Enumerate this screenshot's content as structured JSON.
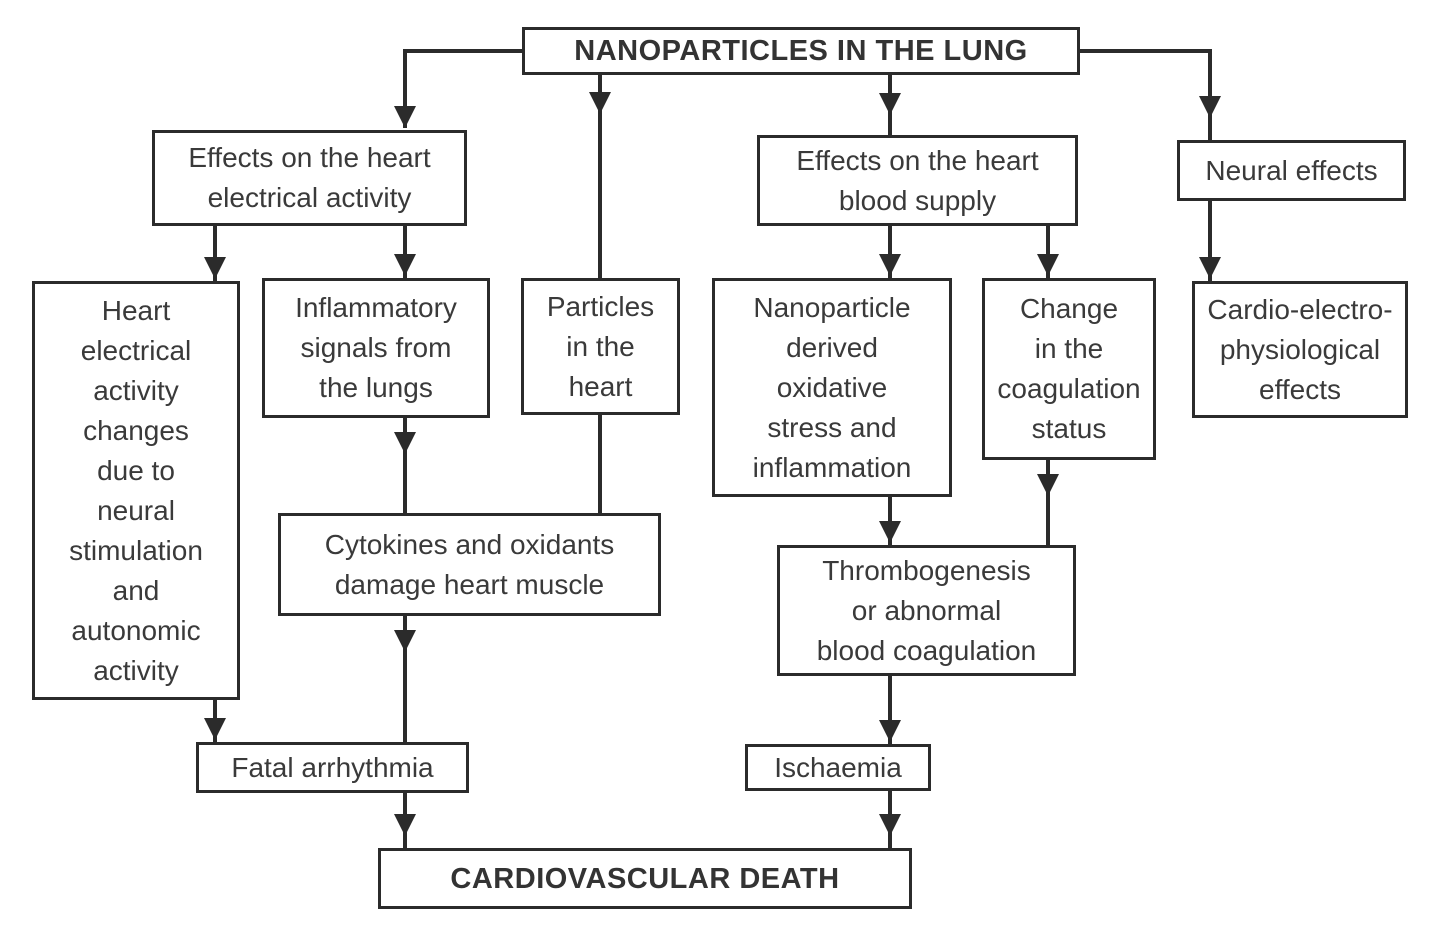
{
  "diagram": {
    "type": "flowchart",
    "colors": {
      "background": "#ffffff",
      "border": "#2b2b2b",
      "line": "#2b2b2b",
      "text": "#3a3a3a"
    },
    "nodes": {
      "root": {
        "label": "NANOPARTICLES IN THE LUNG"
      },
      "effects_electrical": {
        "label": "Effects on the heart\nelectrical activity"
      },
      "effects_blood": {
        "label": "Effects on the heart\nblood supply"
      },
      "neural_effects": {
        "label": "Neural effects"
      },
      "heart_activity_changes": {
        "label": "Heart\nelectrical\nactivity\nchanges\ndue to\nneural\nstimulation\nand\nautonomic\nactivity"
      },
      "inflammatory_signals": {
        "label": "Inflammatory\nsignals from\nthe lungs"
      },
      "particles_in_heart": {
        "label": "Particles\nin the\nheart"
      },
      "oxidative_stress": {
        "label": "Nanoparticle\nderived\noxidative\nstress and\ninflammation"
      },
      "coagulation_change": {
        "label": "Change\nin the\ncoagulation\nstatus"
      },
      "cardio_electro": {
        "label": "Cardio-electro-\nphysiological\neffects"
      },
      "cytokines_damage": {
        "label": "Cytokines and oxidants\ndamage heart muscle"
      },
      "thrombogenesis": {
        "label": "Thrombogenesis\nor abnormal\nblood coagulation"
      },
      "fatal_arrhythmia": {
        "label": "Fatal arrhythmia"
      },
      "ischaemia": {
        "label": "Ischaemia"
      },
      "cardiovascular_death": {
        "label": "CARDIOVASCULAR DEATH"
      }
    },
    "edges": [
      {
        "from": "root",
        "to": "effects_electrical"
      },
      {
        "from": "root",
        "to": "particles_in_heart"
      },
      {
        "from": "root",
        "to": "effects_blood"
      },
      {
        "from": "root",
        "to": "neural_effects"
      },
      {
        "from": "effects_electrical",
        "to": "heart_activity_changes"
      },
      {
        "from": "effects_electrical",
        "to": "inflammatory_signals"
      },
      {
        "from": "effects_blood",
        "to": "oxidative_stress"
      },
      {
        "from": "effects_blood",
        "to": "coagulation_change"
      },
      {
        "from": "neural_effects",
        "to": "cardio_electro"
      },
      {
        "from": "inflammatory_signals",
        "to": "cytokines_damage"
      },
      {
        "from": "particles_in_heart",
        "to": "cytokines_damage"
      },
      {
        "from": "heart_activity_changes",
        "to": "fatal_arrhythmia"
      },
      {
        "from": "cytokines_damage",
        "to": "fatal_arrhythmia"
      },
      {
        "from": "oxidative_stress",
        "to": "thrombogenesis"
      },
      {
        "from": "coagulation_change",
        "to": "thrombogenesis"
      },
      {
        "from": "thrombogenesis",
        "to": "ischaemia"
      },
      {
        "from": "fatal_arrhythmia",
        "to": "cardiovascular_death"
      },
      {
        "from": "ischaemia",
        "to": "cardiovascular_death"
      }
    ]
  }
}
